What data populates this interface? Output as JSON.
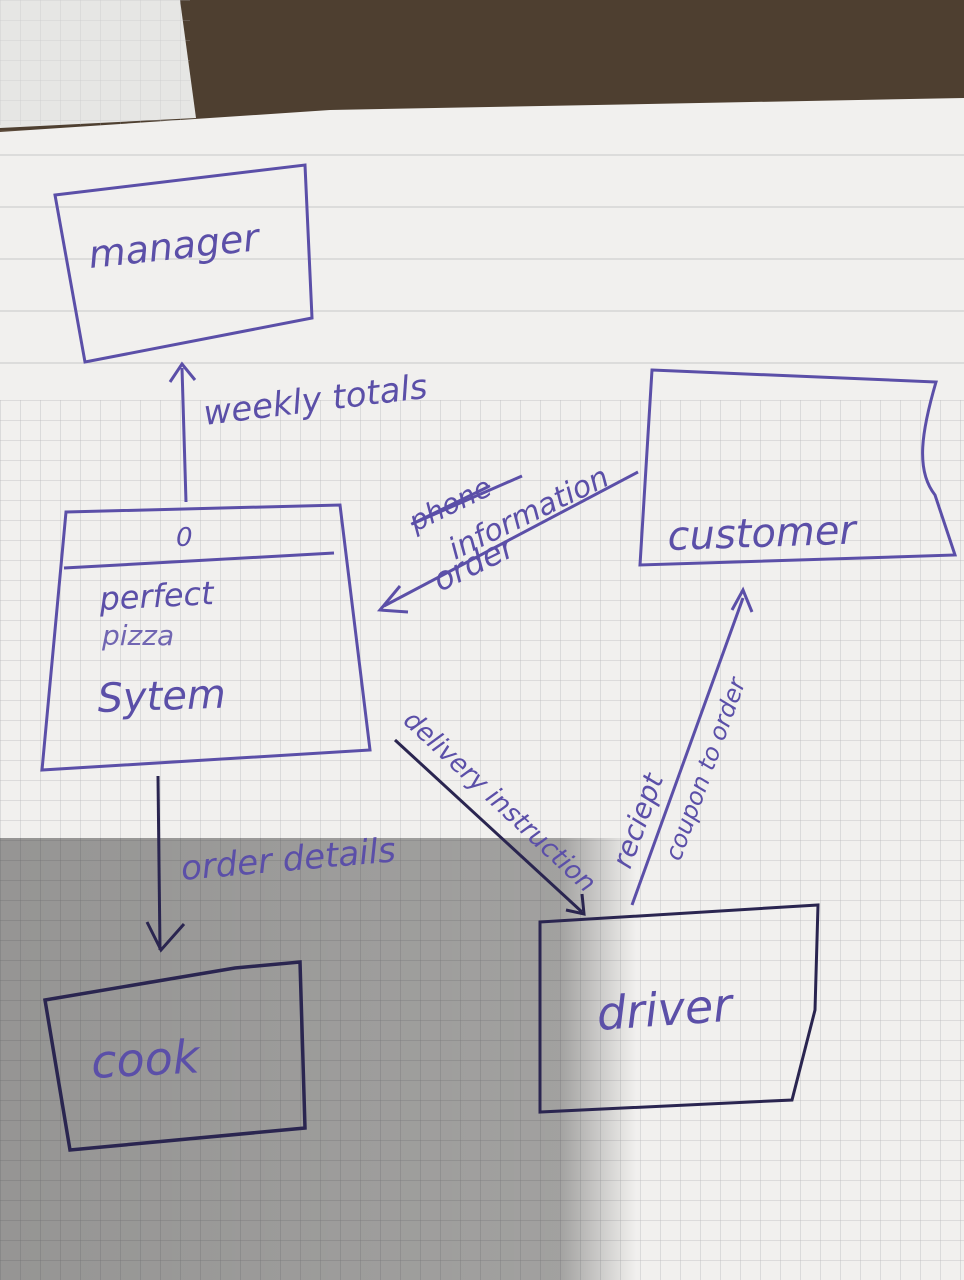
{
  "diagram": {
    "ink_color": "#5b4fa8",
    "dark_ink_color": "#2a2550",
    "paper_color": "#f1f0ee",
    "nodes": {
      "manager": {
        "label": "manager"
      },
      "system": {
        "number": "0",
        "label_line1": "perfect",
        "label_line2": "pizza",
        "label_line3": "Sytem"
      },
      "customer": {
        "label": "customer"
      },
      "cook": {
        "label": "cook"
      },
      "driver": {
        "label": "driver"
      }
    },
    "flows": {
      "weekly_totals": "weekly totals",
      "phone_struck": "phone",
      "information": "information",
      "order": "order",
      "order_details": "order details",
      "delivery_instruction": "delivery instruction",
      "reciept": "reciept",
      "coupon_to_order": "coupon to order"
    }
  }
}
